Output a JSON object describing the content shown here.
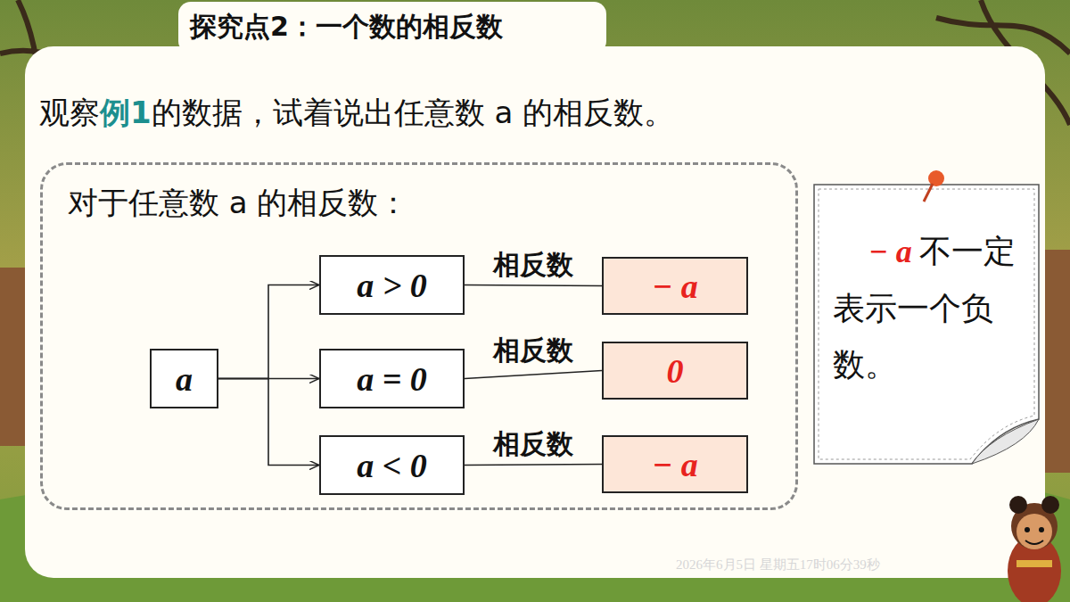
{
  "diagram": {
    "title": "探究点2：一个数的相反数",
    "nodes": [
      {
        "text": [
          "对于任意数 a 的相反数："
        ]
      },
      {
        "text": [
          "a"
        ],
        "in": 0
      },
      {
        "text": [
          "a > 0"
        ],
        "in": 0
      },
      {
        "text": [
          "− a"
        ],
        "in": 0
      },
      {
        "text": [
          "a = 0"
        ],
        "in": 0
      },
      {
        "text": [
          "0"
        ],
        "in": 0
      },
      {
        "text": [
          "a < 0"
        ],
        "in": 0
      },
      {
        "text": [
          "− a"
        ],
        "in": 0
      },
      {
        "text": [
          "− a",
          "不一定表示一个负数。"
        ]
      }
    ],
    "edges": [
      {
        "from": 1,
        "to": 2,
        "arrow": "to"
      },
      {
        "from": 1,
        "to": 4,
        "arrow": "to"
      },
      {
        "from": 1,
        "to": 6,
        "arrow": "to"
      },
      {
        "from": 2,
        "to": 3,
        "label": "相反数",
        "arrow": "none"
      },
      {
        "from": 4,
        "to": 5,
        "label": "相反数",
        "arrow": "none"
      },
      {
        "from": 6,
        "to": 7,
        "label": "相反数",
        "arrow": "none"
      }
    ],
    "labels": [
      "观察",
      "例1",
      "的数据，试着说出任意数 a 的相反数。",
      "2026年6月5日 星期五17时06分39秒"
    ]
  }
}
